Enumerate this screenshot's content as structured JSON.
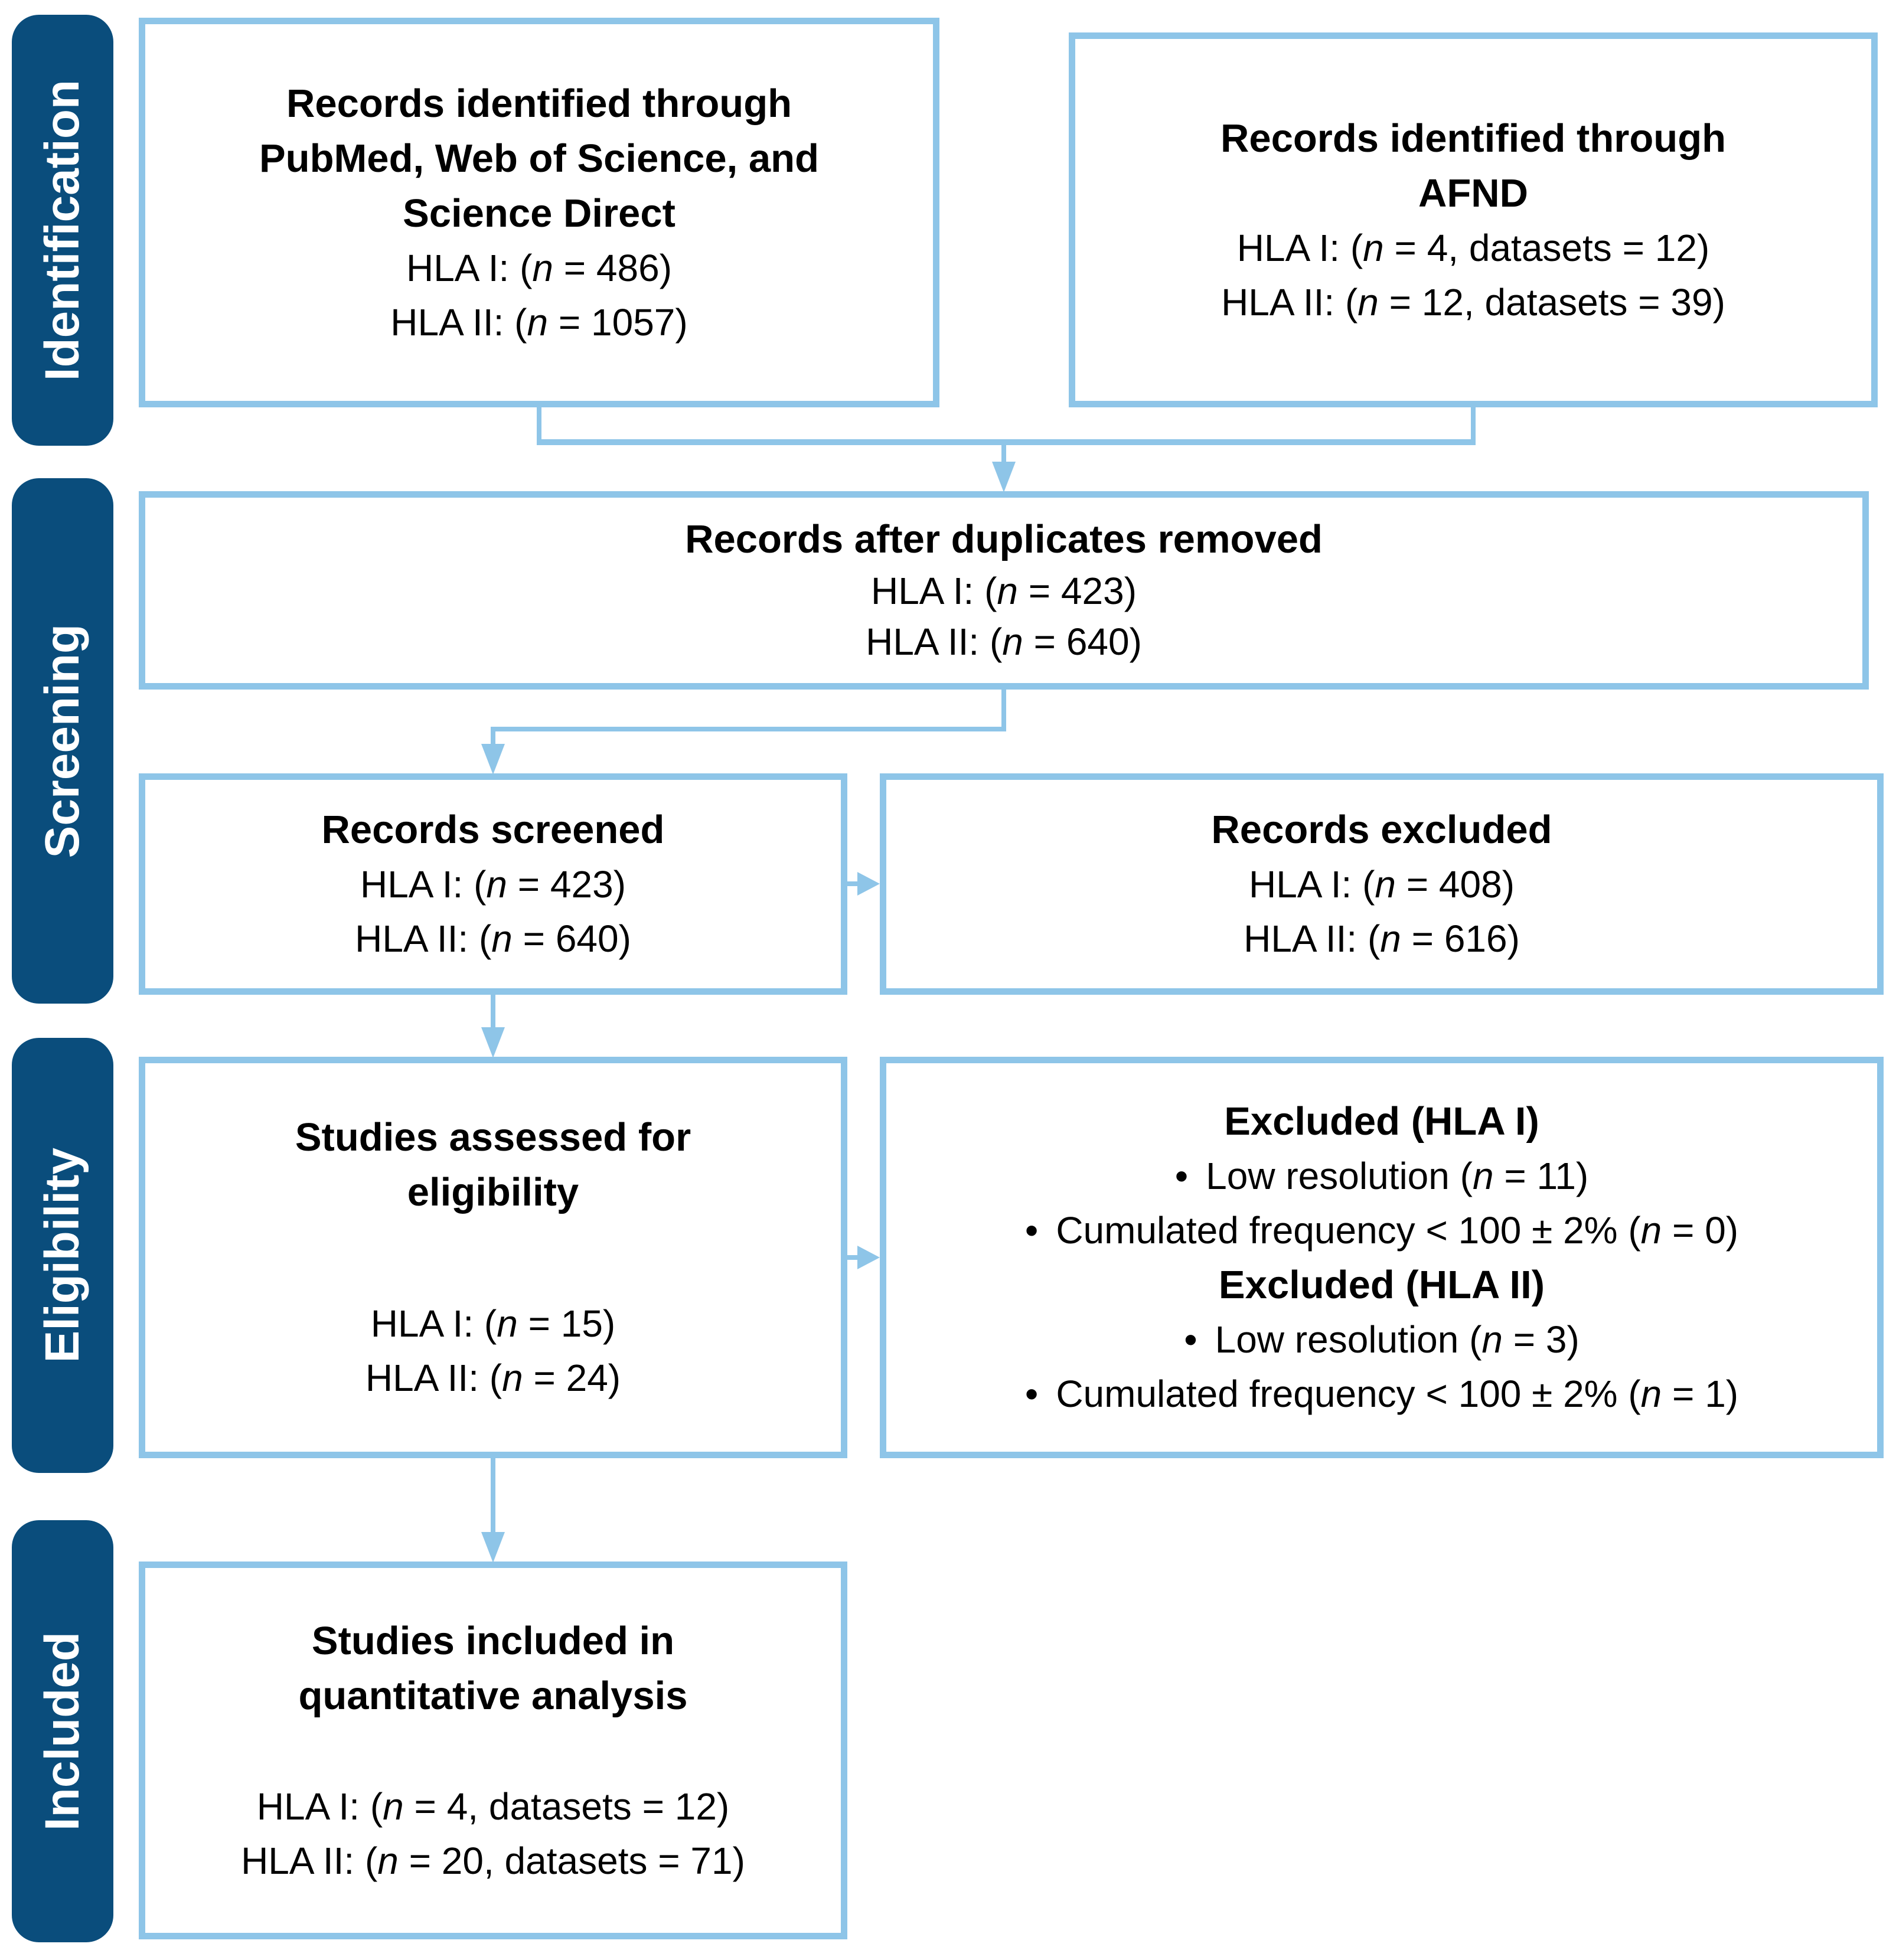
{
  "palette": {
    "stage_blue": "#0a4d7c",
    "box_border_blue": "#8ec5e8",
    "text": "#000000",
    "background": "#ffffff"
  },
  "glyphs": {
    "bullet": "•"
  },
  "stages": [
    {
      "label": "Identification"
    },
    {
      "label": "Screening"
    },
    {
      "label": "Eligibility"
    },
    {
      "label": "Included"
    }
  ],
  "boxes": {
    "identified_databases": {
      "title_lines": [
        "Records identified through",
        "PubMed, Web of Science, and",
        "Science Direct"
      ],
      "stat_lines": [
        "HLA I: (n = 486)",
        "HLA II: (n = 1057)"
      ]
    },
    "identified_afnd": {
      "title_lines": [
        "Records identified through",
        "AFND"
      ],
      "stat_lines": [
        "HLA I: (n = 4, datasets = 12)",
        "HLA II: (n = 12, datasets = 39)"
      ]
    },
    "duplicates_removed": {
      "title_lines": [
        "Records after duplicates removed"
      ],
      "stat_lines": [
        "HLA I: (n = 423)",
        "HLA II: (n = 640)"
      ]
    },
    "records_screened": {
      "title_lines": [
        "Records screened"
      ],
      "stat_lines": [
        "HLA I: (n = 423)",
        "HLA II: (n = 640)"
      ]
    },
    "records_excluded": {
      "title_lines": [
        "Records excluded"
      ],
      "stat_lines": [
        "HLA I: (n = 408)",
        "HLA II: (n = 616)"
      ]
    },
    "assessed_eligibility": {
      "title_lines": [
        "Studies assessed for",
        "eligibility"
      ],
      "stat_lines": [
        "HLA I: (n = 15)",
        "HLA II: (n = 24)"
      ]
    },
    "excluded_eligibility": {
      "sections": [
        {
          "title": "Excluded (HLA I)",
          "bullets": [
            "Low resolution (n = 11)",
            "Cumulated frequency < 100 ± 2% (n = 0)"
          ]
        },
        {
          "title": "Excluded (HLA II)",
          "bullets": [
            "Low resolution (n = 3)",
            "Cumulated frequency < 100 ± 2% (n = 1)"
          ]
        }
      ]
    },
    "included_quantitative": {
      "title_lines": [
        "Studies included in",
        "quantitative analysis"
      ],
      "stat_lines": [
        "HLA I: (n = 4, datasets = 12)",
        "HLA II: (n = 20, datasets = 71)"
      ]
    }
  }
}
